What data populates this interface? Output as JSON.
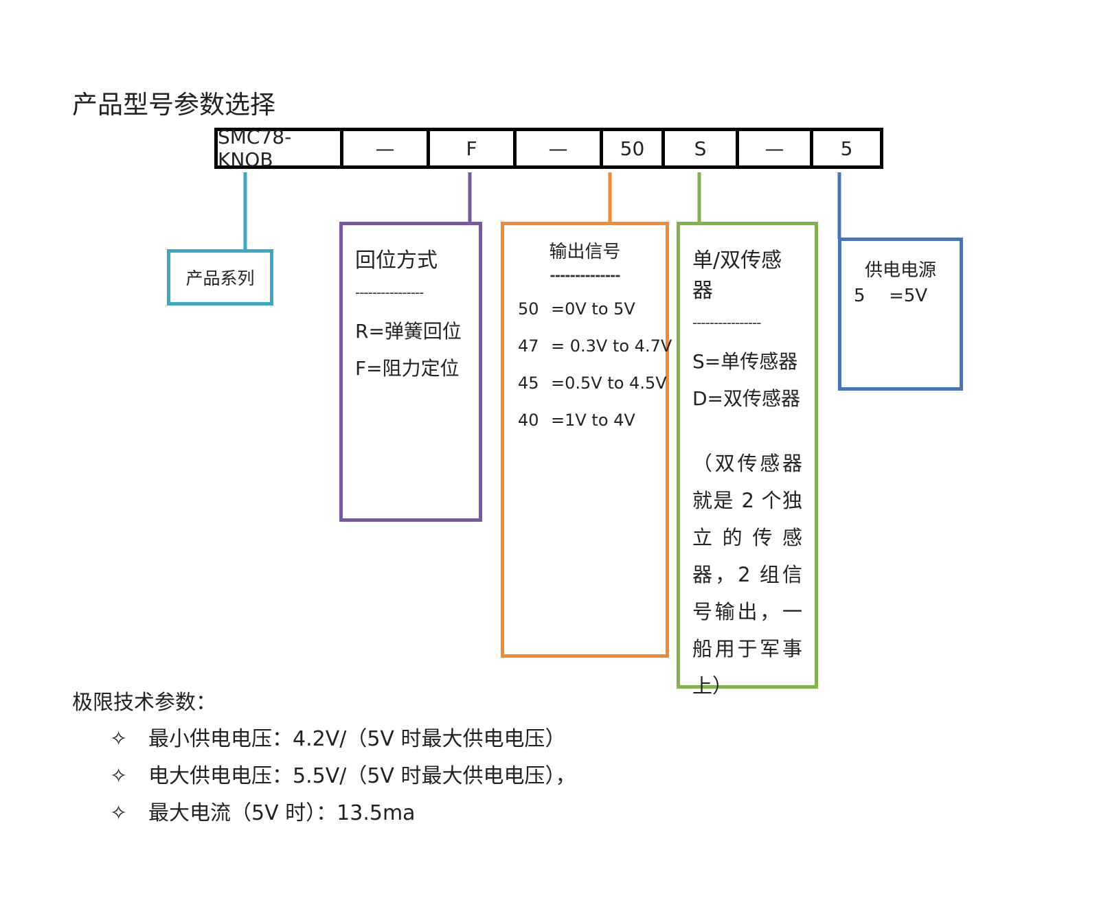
{
  "title": "产品型号参数选择",
  "model_code": {
    "segments": [
      "SMC78-KNOB",
      "—",
      "F",
      "—",
      "50",
      "S",
      "—",
      "5"
    ]
  },
  "series_box": {
    "label": "产品系列",
    "color": "#3aa8c4"
  },
  "return_box": {
    "title": "回位方式",
    "divider": "----------------",
    "options": [
      "R=弹簧回位",
      "F=阻力定位"
    ],
    "color": "#7b55a8"
  },
  "output_box": {
    "title": "输出信号",
    "divider": "--------------",
    "rows": [
      {
        "code": "50",
        "desc": "=0V to 5V"
      },
      {
        "code": "47",
        "desc": "= 0.3V to 4.7V"
      },
      {
        "code": "45",
        "desc": "=0.5V to 4.5V"
      },
      {
        "code": "40",
        "desc": "=1V to 4V"
      }
    ],
    "color": "#f08a34"
  },
  "sensor_box": {
    "title": "单/双传感器",
    "divider": "----------------",
    "options": [
      "S=单传感器",
      "D=双传感器"
    ],
    "note": "（双传感器就是 2 个独立的传感器，2 组信号输出，一船用于军事上）",
    "color": "#82b24a"
  },
  "power_box": {
    "title": "供电电源",
    "code": "5",
    "desc": "=5V",
    "color": "#4874bb"
  },
  "specs": {
    "title": "极限技术参数：",
    "bullet": "✧",
    "items": [
      "最小供电电压：4.2V/（5V 时最大供电电压）",
      "电大供电电压：5.5V/（5V 时最大供电电压），",
      "最大电流（5V 时）：13.5ma"
    ]
  }
}
